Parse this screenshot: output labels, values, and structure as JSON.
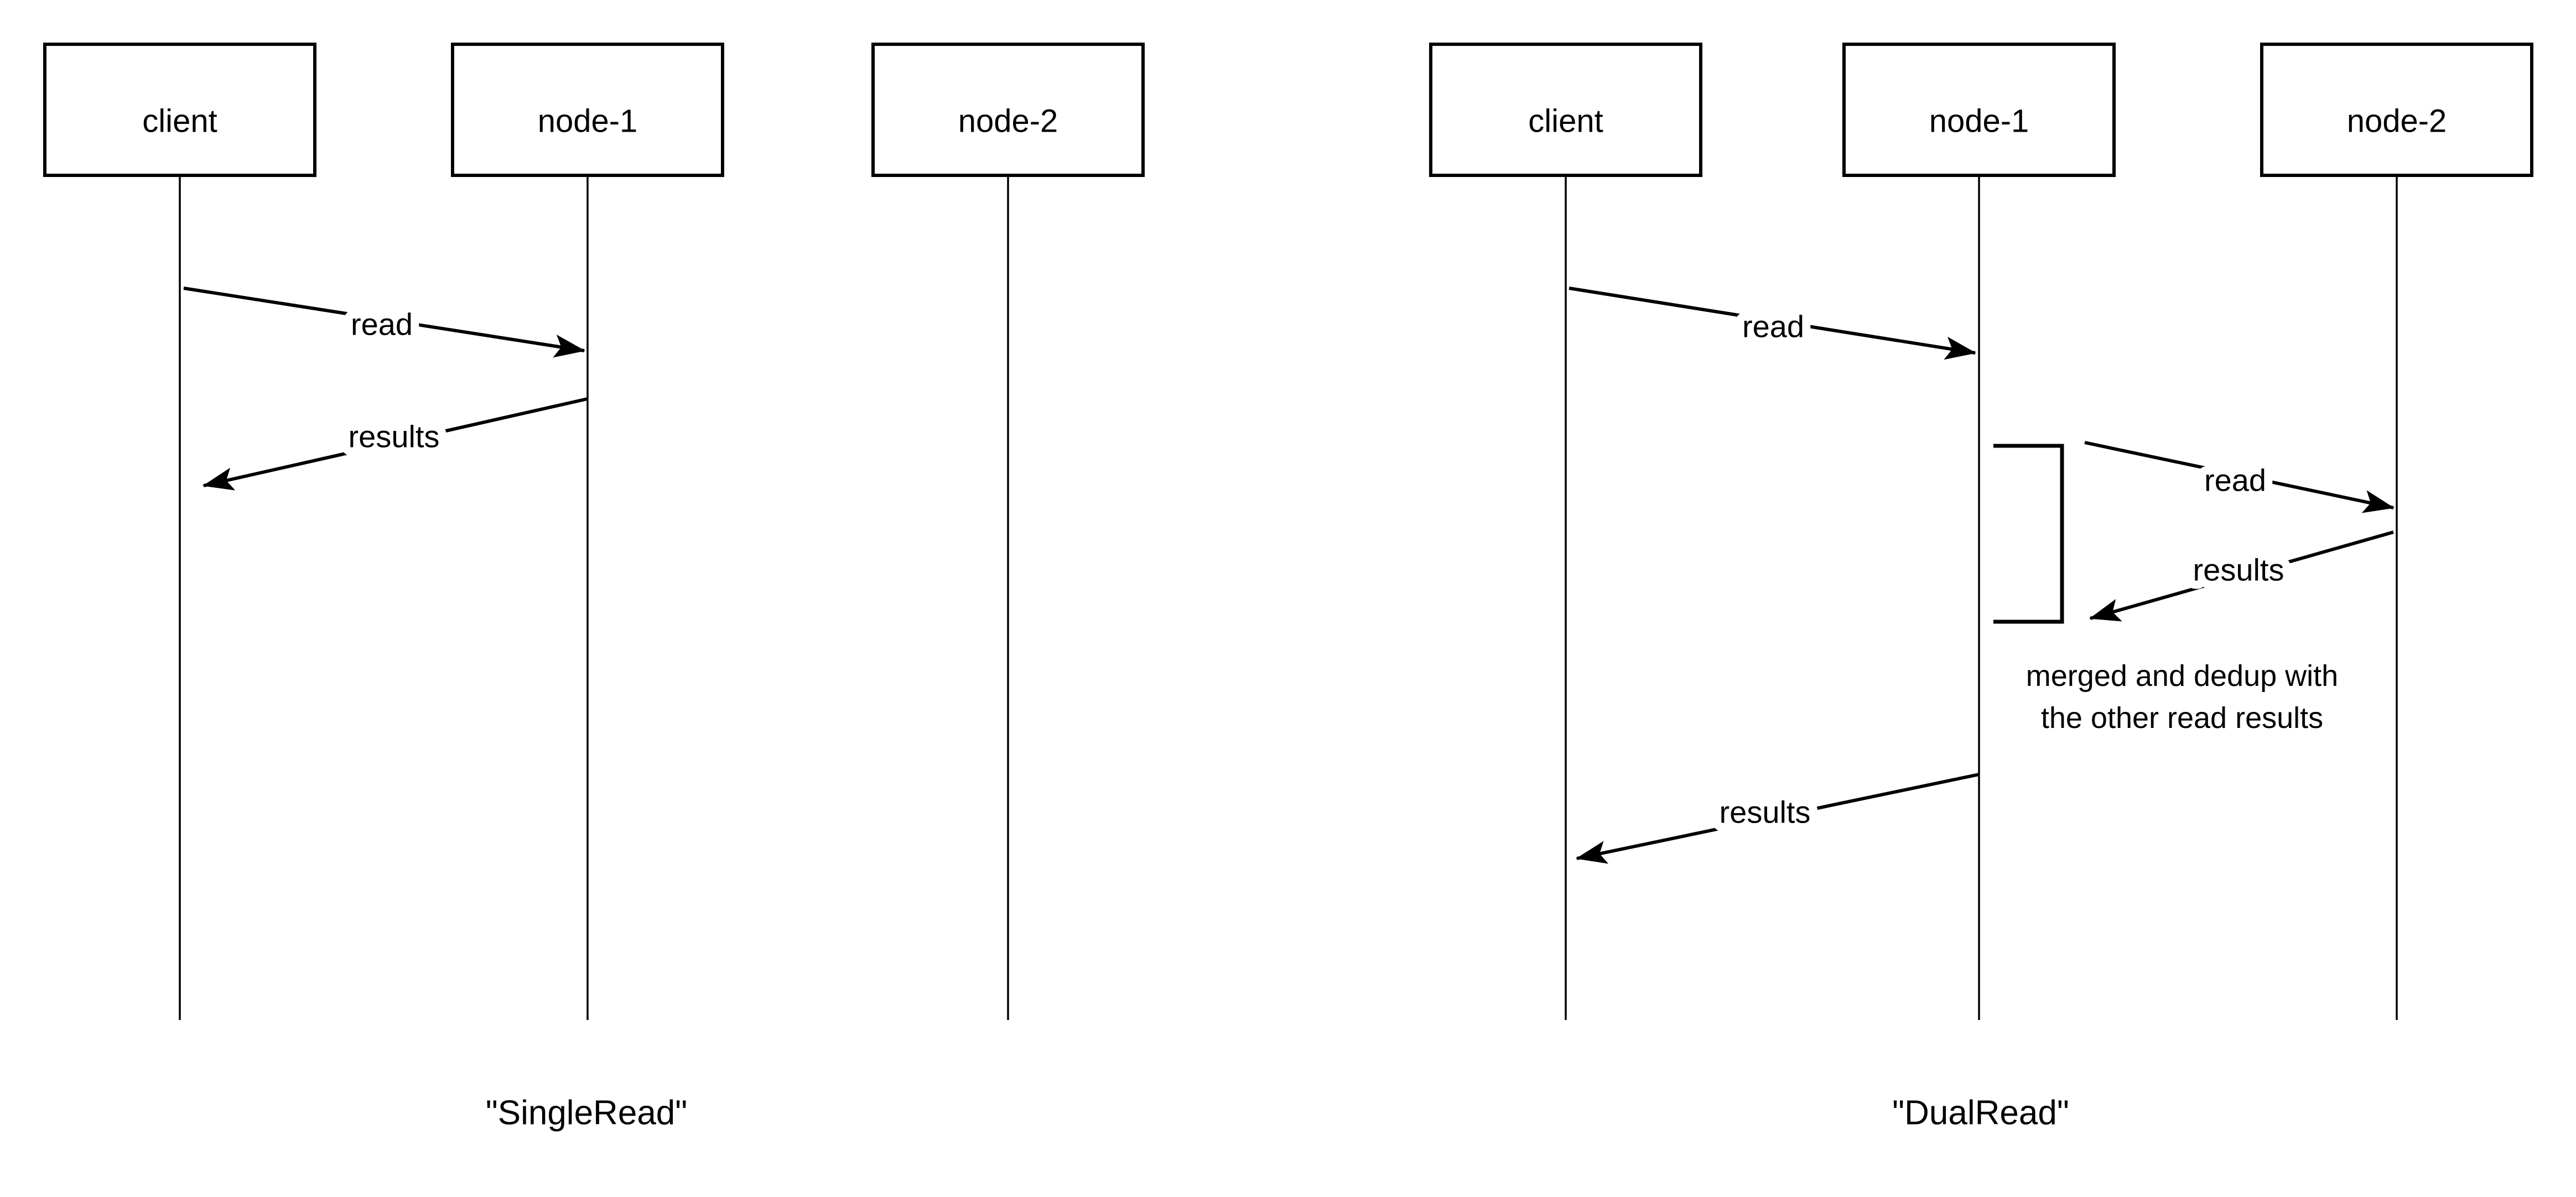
{
  "diagrams": [
    {
      "caption": "\"SingleRead\"",
      "actors": [
        {
          "label": "client"
        },
        {
          "label": "node-1"
        },
        {
          "label": "node-2"
        }
      ],
      "messages": [
        {
          "label": "read",
          "from": "client",
          "to": "node-1"
        },
        {
          "label": "results",
          "from": "node-1",
          "to": "client"
        }
      ]
    },
    {
      "caption": "\"DualRead\"",
      "actors": [
        {
          "label": "client"
        },
        {
          "label": "node-1"
        },
        {
          "label": "node-2"
        }
      ],
      "messages": [
        {
          "label": "read",
          "from": "client",
          "to": "node-1"
        },
        {
          "label": "read",
          "from": "node-1",
          "to": "node-2"
        },
        {
          "label": "results",
          "from": "node-2",
          "to": "node-1"
        },
        {
          "label": "results",
          "from": "node-1",
          "to": "client"
        }
      ],
      "note": [
        "merged and dedup with",
        "the other read results"
      ]
    }
  ],
  "colors": {
    "stroke": "#000000",
    "background": "#ffffff",
    "text": "#000000"
  }
}
